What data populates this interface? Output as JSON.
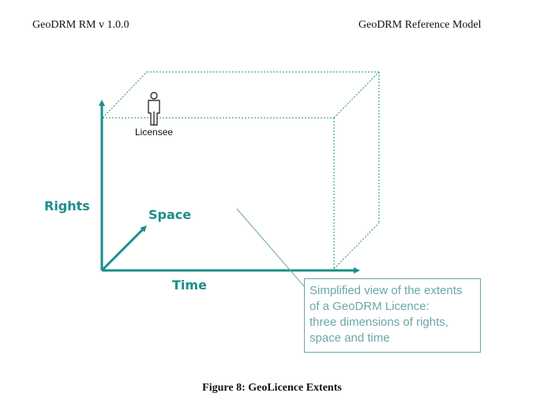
{
  "header": {
    "left": "GeoDRM RM v 1.0.0",
    "right": "GeoDRM Reference Model"
  },
  "figure": {
    "axes": {
      "rights": "Rights",
      "space": "Space",
      "time": "Time"
    },
    "actor_label": "Licensee",
    "callout_lines": [
      "Simplified view of the extents",
      "of a GeoDRM Licence:",
      "three dimensions of rights,",
      "space and time"
    ],
    "colors": {
      "axis": "#1a8f8a",
      "callout": "#6aa8a6",
      "box_lines": "#1a8f8a"
    }
  },
  "caption": "Figure 8: GeoLicence Extents"
}
